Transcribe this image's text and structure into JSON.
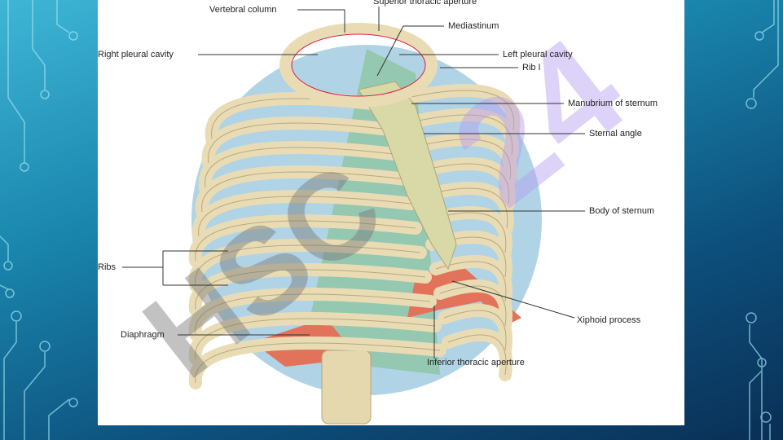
{
  "slide": {
    "figure": {
      "title": "Thoracic cage",
      "labels": {
        "vertebral_column": "Vertebral column",
        "superior_thoracic_aperture": "Superior thoracic aperture",
        "mediastinum": "Mediastinum",
        "right_pleural_cavity": "Right pleural cavity",
        "left_pleural_cavity": "Left pleural cavity",
        "rib_i": "Rib I",
        "manubrium": "Manubrium of sternum",
        "sternal_angle": "Sternal angle",
        "body_of_sternum": "Body of sternum",
        "ribs": "Ribs",
        "xiphoid_process": "Xiphoid process",
        "diaphragm": "Diaphragm",
        "inferior_thoracic_aperture": "Inferior thoracic aperture"
      },
      "watermarks": [
        "HSC",
        "24"
      ]
    },
    "colors": {
      "accent": "#1a86ad",
      "bone": "#e9dcb5",
      "pleura": "#8fc3dc",
      "mediastinum": "#8fcf86",
      "diaphragm": "#e2735a"
    }
  }
}
